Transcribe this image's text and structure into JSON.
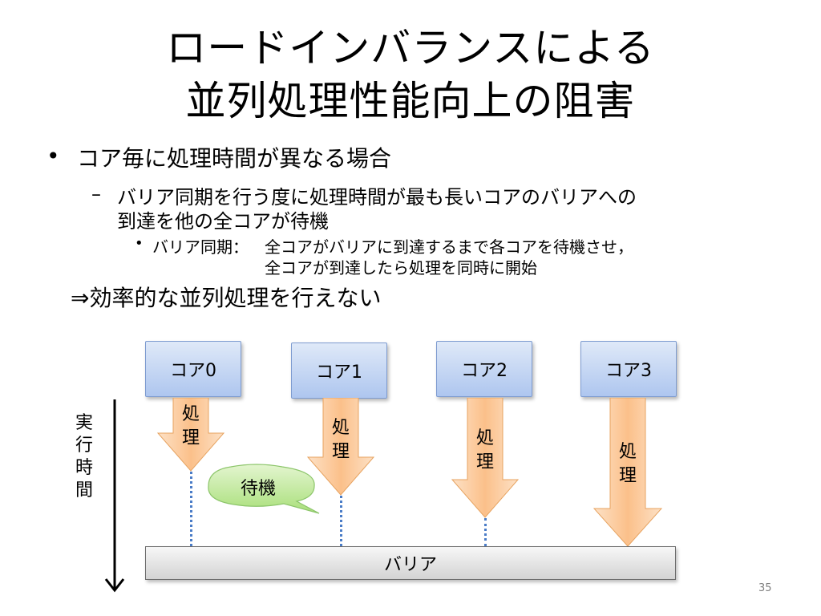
{
  "slide": {
    "title_line1": "ロードインバランスによる",
    "title_line2": "並列処理性能向上の阻害",
    "bullet1": "コア毎に処理時間が異なる場合",
    "bullet1_mark": "•",
    "sub_mark": "–",
    "sub1_line1": "バリア同期を行う度に処理時間が最も長いコアのバリアへの",
    "sub1_line2": "到達を他の全コアが待機",
    "subsub_mark": "•",
    "subsub_term": "バリア同期：",
    "subsub_line1": "全コアがバリアに到達するまで各コアを待機させ，",
    "subsub_line2": "全コアが到達したら処理を同時に開始",
    "conclusion": "⇒効率的な並列処理を行えない",
    "page_number": "35"
  },
  "diagram": {
    "cores": [
      "コア0",
      "コア1",
      "コア2",
      "コア3"
    ],
    "process_char1": "処",
    "process_char2": "理",
    "wait_label": "待機",
    "barrier_label": "バリア",
    "time_axis": [
      "実",
      "行",
      "時",
      "間"
    ],
    "colors": {
      "core_fill": "#aec6ef",
      "arrow_fill": "#fbc08a",
      "wait_fill": "#a9df7a",
      "dotted_line": "#4a7cc7"
    }
  }
}
